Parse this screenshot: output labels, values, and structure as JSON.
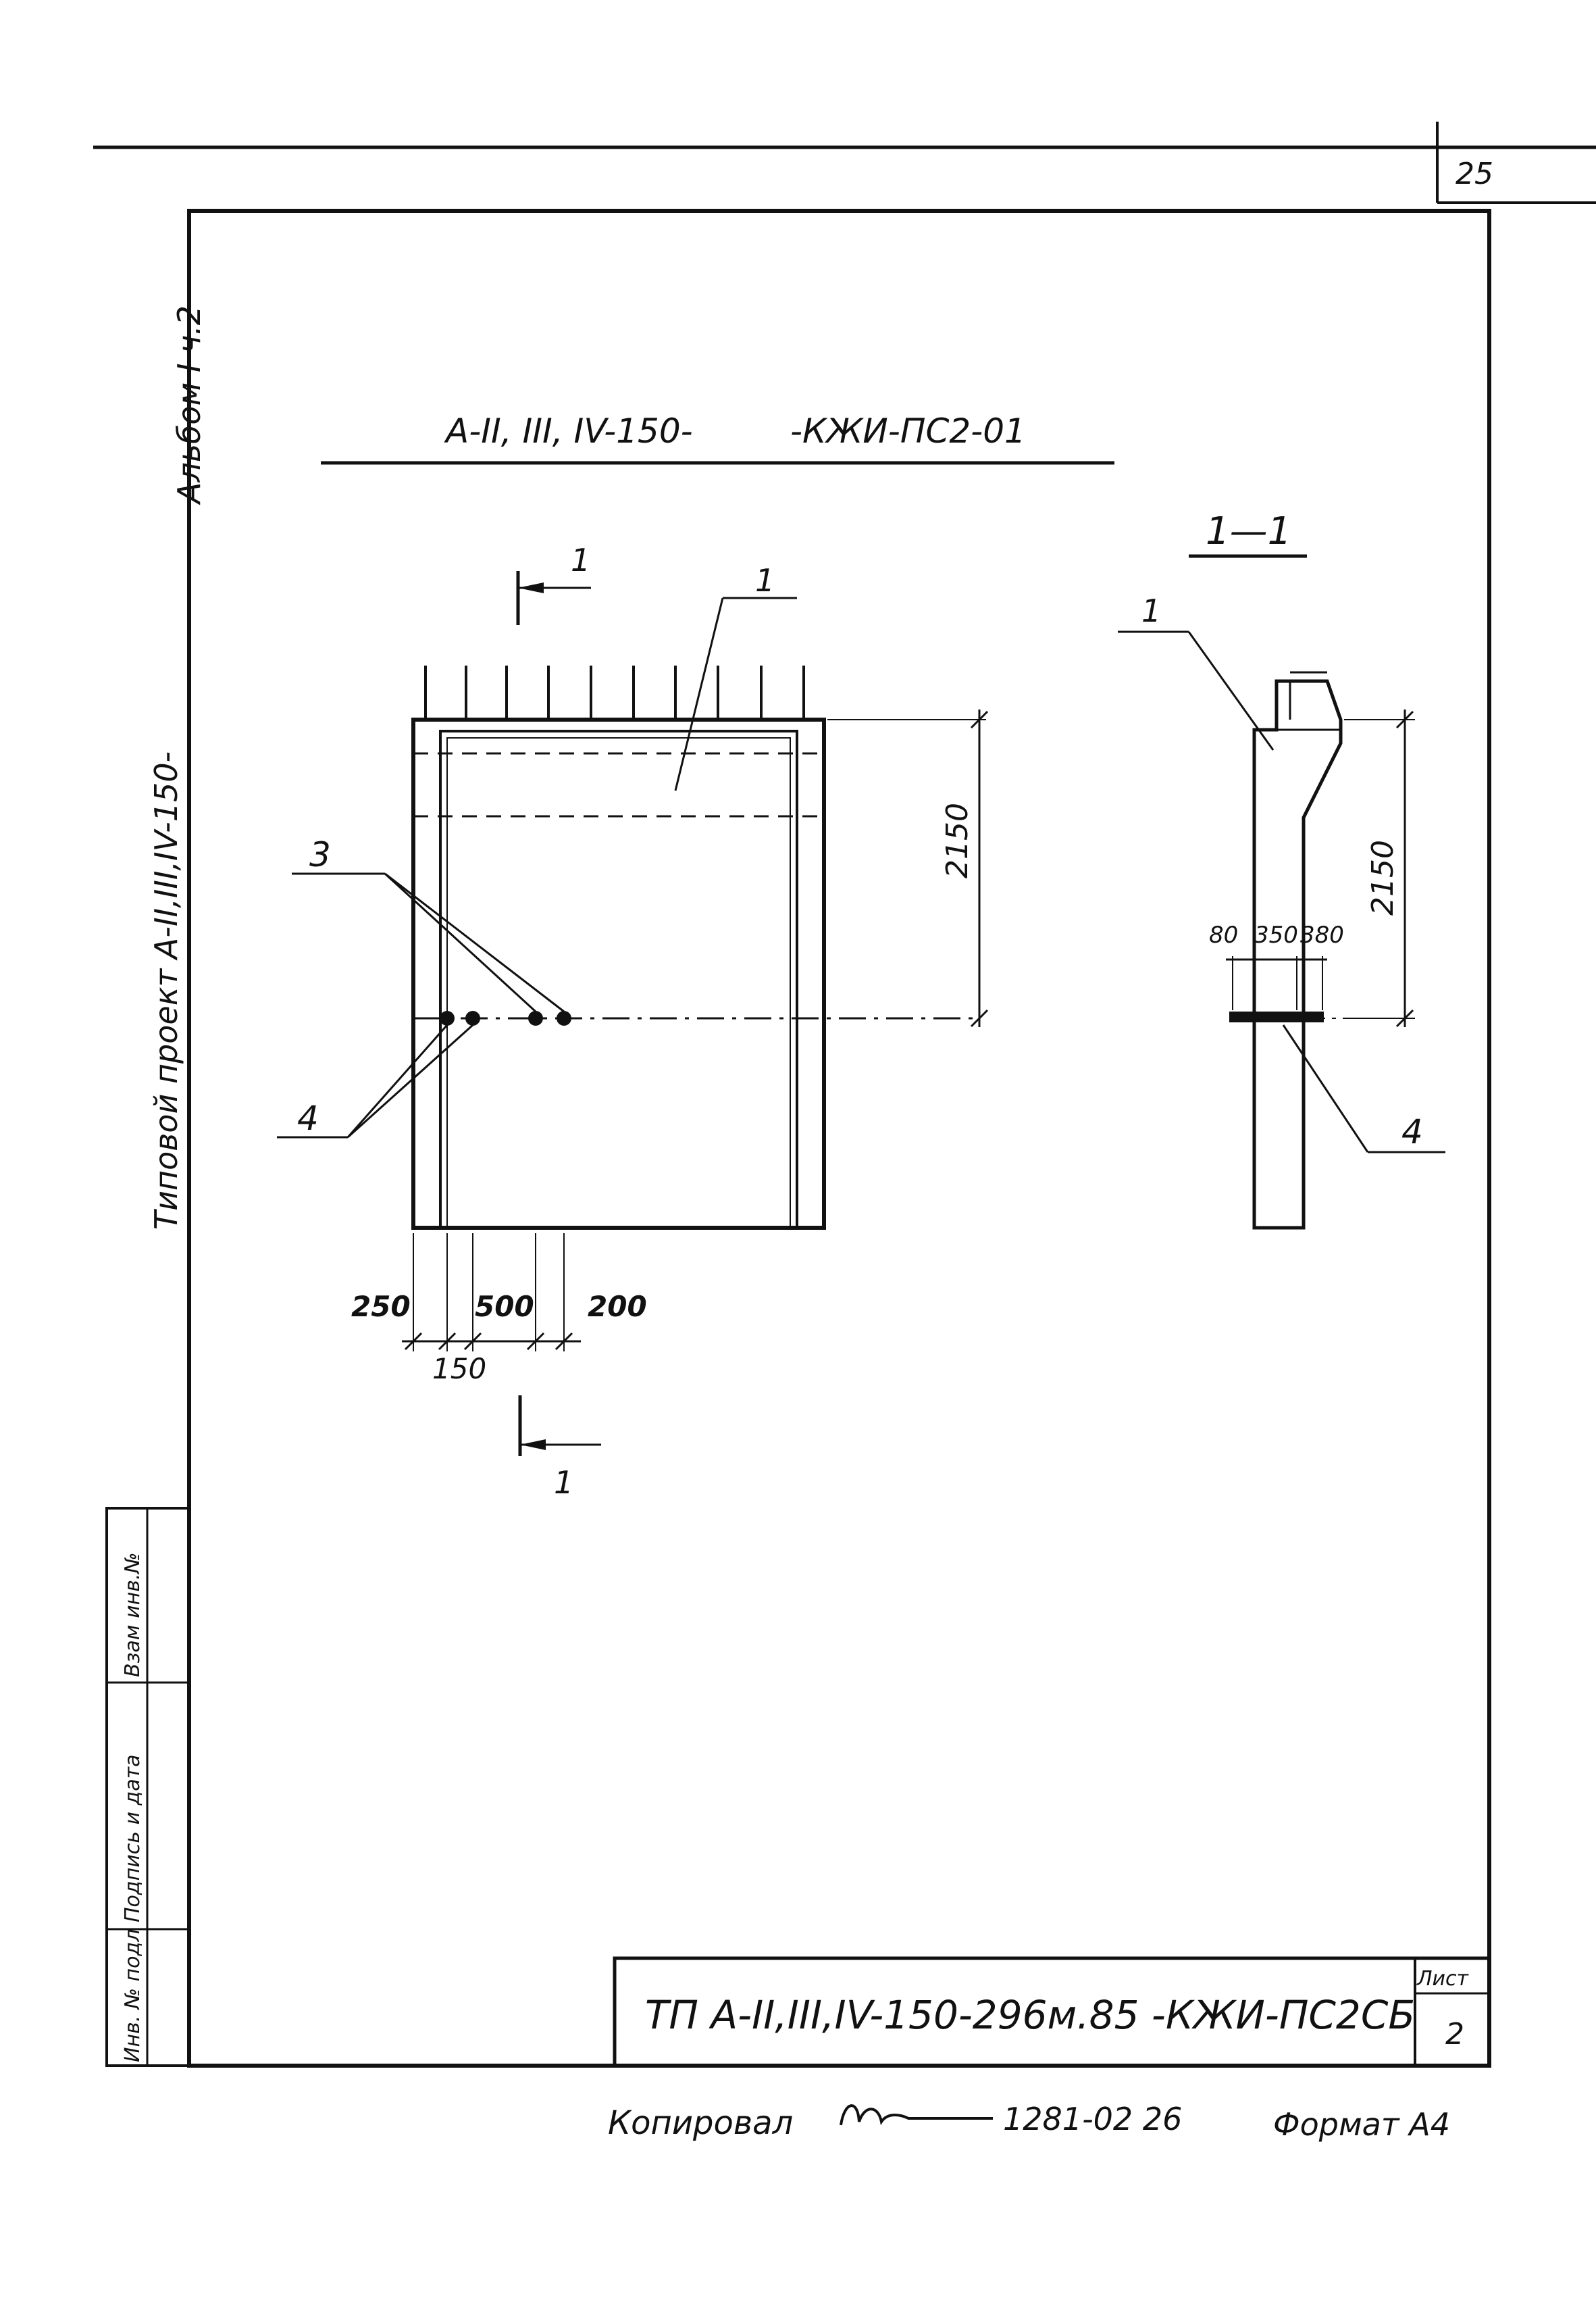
{
  "page": {
    "corner_number": "25",
    "album_label": "Альбом I ч.2",
    "project_label": "Типовой проект А-II,III,IV-150-"
  },
  "title": {
    "left": "А-II, III, IV-150-",
    "right": "-КЖИ-ПС2-01"
  },
  "plan": {
    "cut_mark_label": "1",
    "leaders": {
      "item1": "1",
      "item3": "3",
      "item4": "4"
    },
    "dimensions": {
      "height": "2150",
      "d250": "250",
      "d500": "500",
      "d200": "200",
      "d150": "150"
    }
  },
  "section": {
    "title": "1—1",
    "leader1": "1",
    "leader4": "4",
    "dimensions": {
      "height": "2150",
      "d80": "80",
      "d350": "350",
      "d380": "380"
    }
  },
  "side_stamp": {
    "cell1": "Взам инв.№",
    "cell2": "Подпись и дата",
    "cell3": "Инв. № подл"
  },
  "title_block": {
    "code": "ТП А-II,III,IV-150-296м.85  -КЖИ-ПС2СБ",
    "sheet_label": "Лист",
    "sheet_number": "2"
  },
  "footer": {
    "copied": "Копировал",
    "order": "1281-02  26",
    "format": "Формат А4"
  }
}
